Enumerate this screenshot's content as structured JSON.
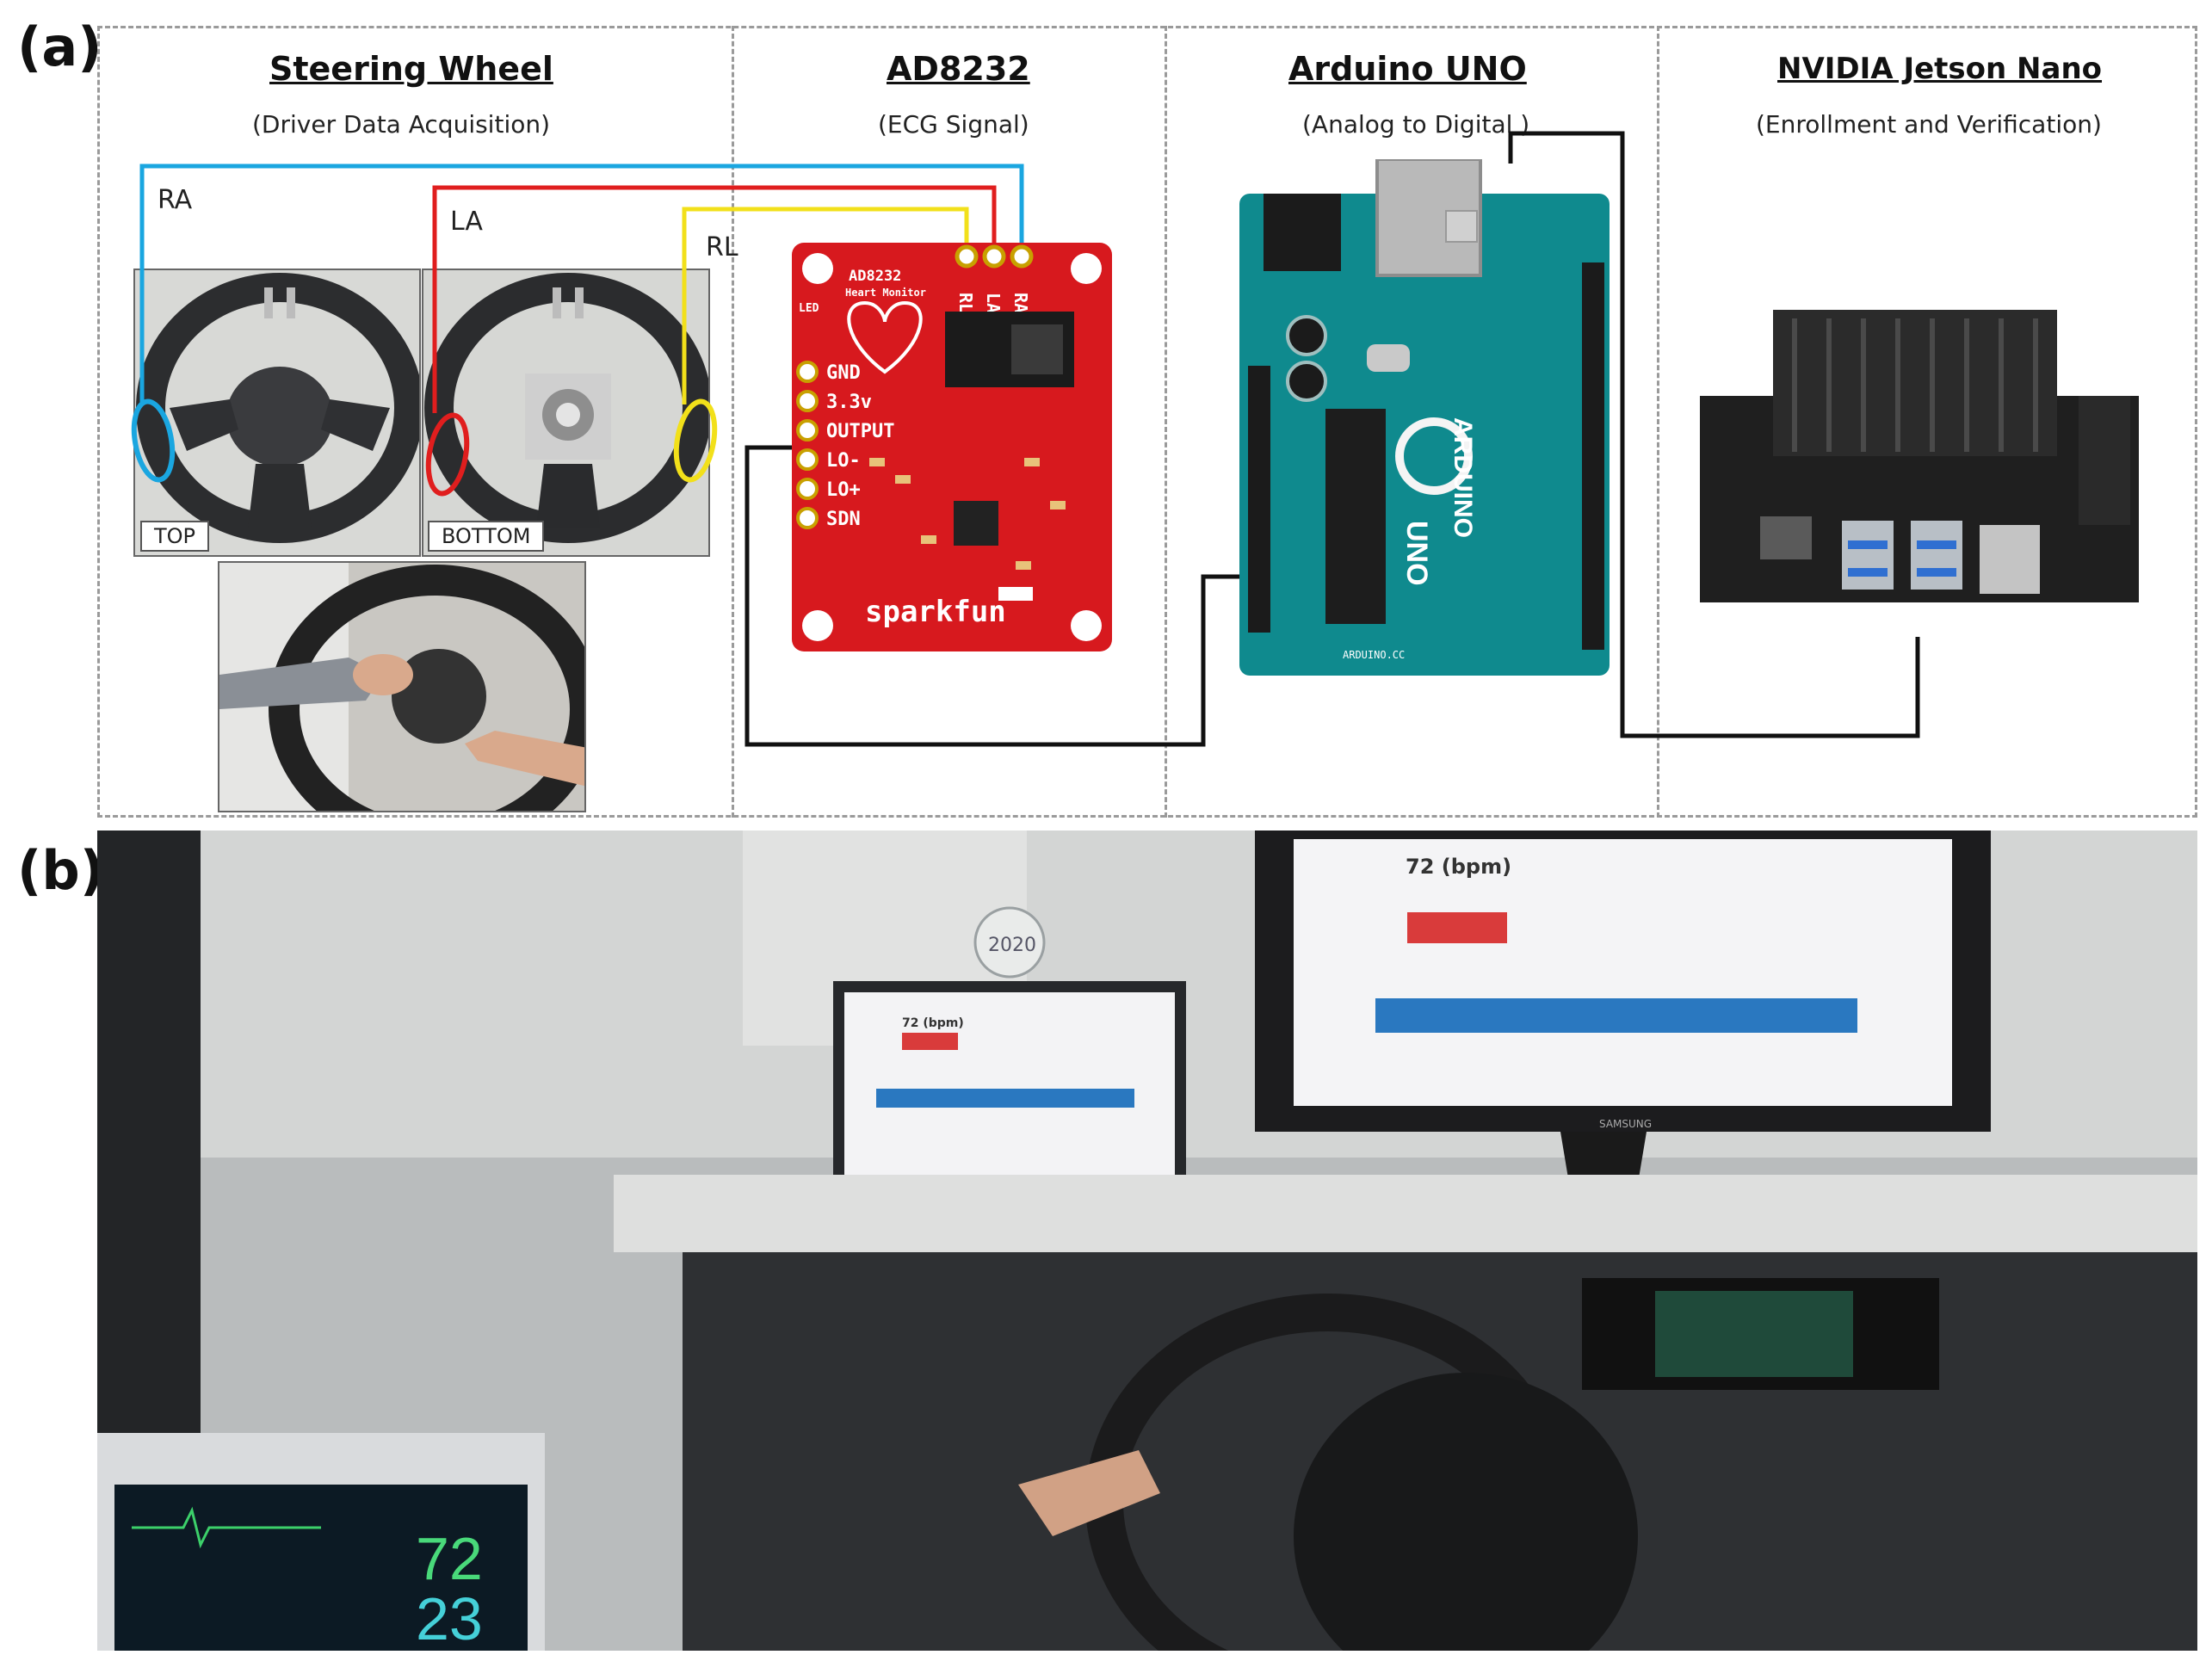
{
  "panels": {
    "a": {
      "label": "(a)"
    },
    "b": {
      "label": "(b)"
    }
  },
  "sections": [
    {
      "title": "Steering Wheel",
      "subtitle": "(Driver Data Acquisition)"
    },
    {
      "title": "AD8232",
      "subtitle": "(ECG Signal)"
    },
    {
      "title": "Arduino UNO",
      "subtitle": "(Analog to Digital )"
    },
    {
      "title": "NVIDIA Jetson Nano",
      "subtitle": "(Enrollment and Verification)"
    }
  ],
  "leads": {
    "ra": "RA",
    "la": "LA",
    "rl": "RL"
  },
  "wheel_views": {
    "top": "TOP",
    "bottom": "BOTTOM"
  },
  "ad8232_board": {
    "name": "AD8232",
    "caption": "Heart Monitor",
    "header_pins": [
      "RL",
      "LA",
      "RA"
    ],
    "side_pins": [
      "GND",
      "3.3v",
      "OUTPUT",
      "LO-",
      "LO+",
      "SDN"
    ],
    "brand": "sparkfun",
    "led_label": "LED"
  },
  "arduino_board": {
    "brand": "ARDUINO",
    "model": "UNO",
    "site": "ARDUINO.CC"
  },
  "lab_photo": {
    "screen_text": "72 (bpm)",
    "laptop_text": "72 (bpm)",
    "year_badge": "2020",
    "monitor_brand": "SAMSUNG",
    "patient_monitor": {
      "hr": "72",
      "second": "23"
    }
  },
  "colors": {
    "ra_wire": "#1aa6e0",
    "la_wire": "#e01e1e",
    "rl_wire": "#f2e01a",
    "signal_wire": "#111111",
    "sparkfun_red": "#d7191e",
    "arduino_teal": "#0f8a8e"
  }
}
